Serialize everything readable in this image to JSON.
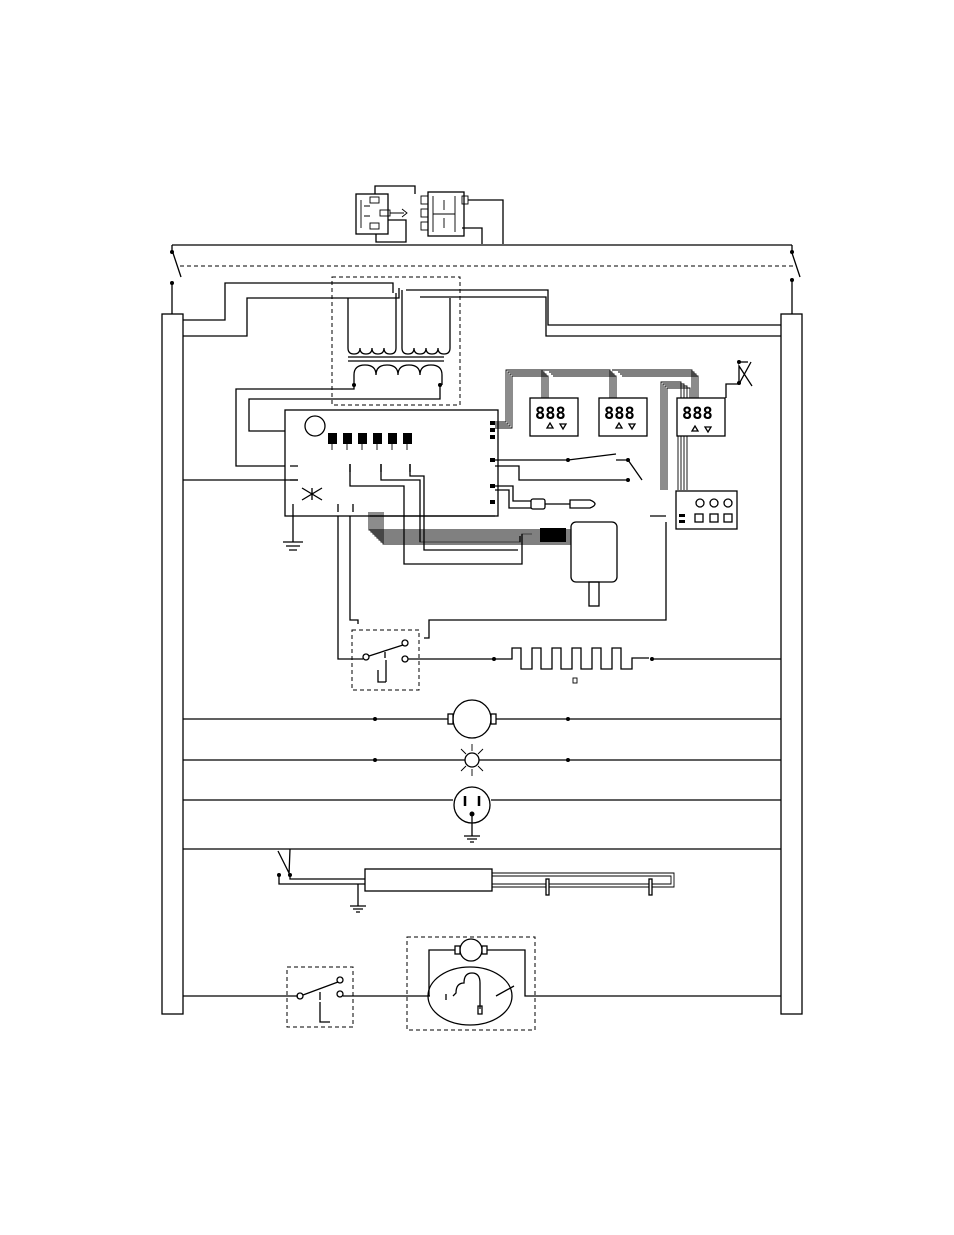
{
  "diagram": {
    "type": "electrical wiring schematic",
    "labels": [],
    "display_readouts": [
      "888",
      "888",
      "888"
    ],
    "components": [
      "power-cord-plug",
      "door-lock-assembly",
      "line-rail-left",
      "line-rail-right",
      "transformer",
      "main-control-board",
      "relay-bank",
      "digital-display-1",
      "digital-display-2",
      "digital-display-3",
      "door-switch",
      "temperature-probe",
      "keypad-board",
      "wiring-harness",
      "blower-assembly",
      "high-limit-switch",
      "heating-element",
      "motor",
      "lamp",
      "receptacle",
      "switch-with-fluorescent-ballast",
      "thermostat-switch",
      "fan-motor-assembly"
    ],
    "colors": {
      "line": "#000000",
      "background": "#ffffff"
    }
  }
}
